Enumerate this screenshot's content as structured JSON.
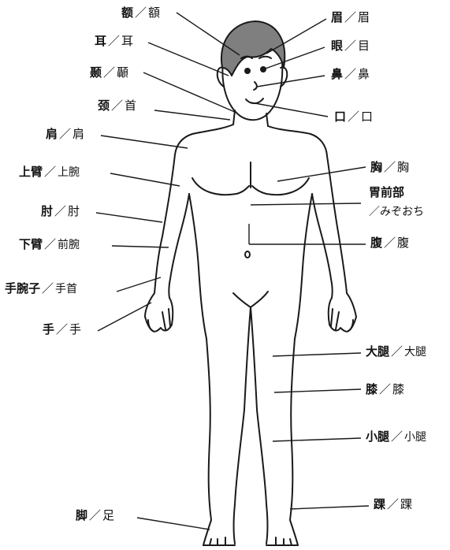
{
  "labels": {
    "e_forehead": {
      "zh": "额",
      "sep": "／",
      "ja": "額"
    },
    "er_ear": {
      "zh": "耳",
      "sep": "／",
      "ja": "耳"
    },
    "nie_temple": {
      "zh": "颞",
      "sep": "／",
      "ja": "顳"
    },
    "jing_neck": {
      "zh": "颈",
      "sep": "／",
      "ja": "首"
    },
    "jian_shoulder": {
      "zh": "肩",
      "sep": "／",
      "ja": "肩"
    },
    "shangbi_upperarm": {
      "zh": "上臂",
      "sep": "／",
      "ja": "上腕"
    },
    "zhou_elbow": {
      "zh": "肘",
      "sep": "／",
      "ja": "肘"
    },
    "xiabi_forearm": {
      "zh": "下臂",
      "sep": "／",
      "ja": "前腕"
    },
    "shouwanzi_wrist": {
      "zh": "手腕子",
      "sep": "／",
      "ja": "手首"
    },
    "shou_hand": {
      "zh": "手",
      "sep": "／",
      "ja": "手"
    },
    "jiao_foot": {
      "zh": "脚",
      "sep": "／",
      "ja": "足"
    },
    "mei_eyebrow": {
      "zh": "眉",
      "sep": "／",
      "ja": "眉"
    },
    "yan_eye": {
      "zh": "眼",
      "sep": "／",
      "ja": "目"
    },
    "bi_nose": {
      "zh": "鼻",
      "sep": "／",
      "ja": "鼻"
    },
    "kou_mouth": {
      "zh": "口",
      "sep": "／",
      "ja": "口"
    },
    "xiong_chest": {
      "zh": "胸",
      "sep": "／",
      "ja": "胸"
    },
    "weiqianbu_pit": {
      "zh": "胃前部",
      "sub": "／みぞおち"
    },
    "fu_belly": {
      "zh": "腹",
      "sep": "／",
      "ja": "腹"
    },
    "datui_thigh": {
      "zh": "大腿",
      "sep": "／",
      "ja": "大腿"
    },
    "xi_knee": {
      "zh": "膝",
      "sep": "／",
      "ja": "膝"
    },
    "xiaotui_shin": {
      "zh": "小腿",
      "sep": "／",
      "ja": "小腿"
    },
    "huai_ankle": {
      "zh": "踝",
      "sep": "／",
      "ja": "踝"
    }
  },
  "colors": {
    "line": "#1a1a1a",
    "hair": "#7f7f7f",
    "background": "#ffffff"
  }
}
